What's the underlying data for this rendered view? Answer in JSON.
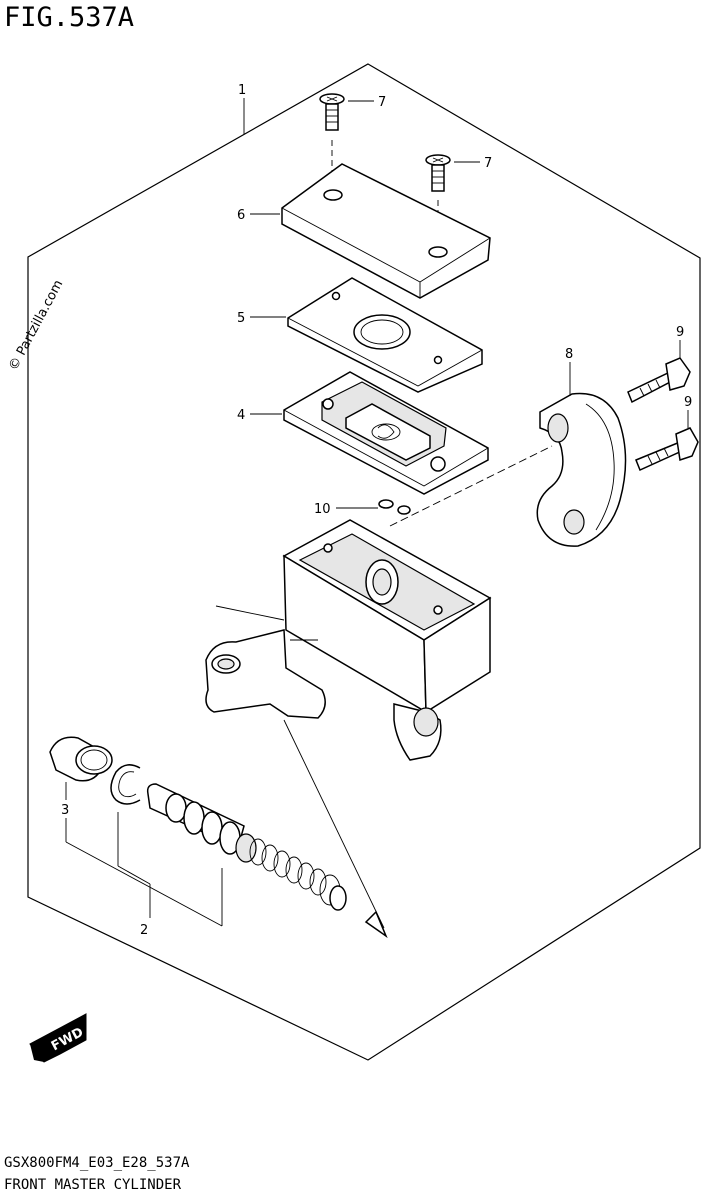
{
  "figure": {
    "title": "FIG.537A",
    "model_code": "GSX800FM4_E03_E28_537A",
    "name": "FRONT MASTER CYLINDER",
    "watermark": "© Partzilla.com"
  },
  "callouts": [
    {
      "number": "1",
      "part": "assembly-outline"
    },
    {
      "number": "7",
      "part": "screw-top-left"
    },
    {
      "number": "7",
      "part": "screw-top-right"
    },
    {
      "number": "6",
      "part": "reservoir-cap"
    },
    {
      "number": "5",
      "part": "diaphragm-plate"
    },
    {
      "number": "4",
      "part": "diaphragm"
    },
    {
      "number": "8",
      "part": "holder-clamp"
    },
    {
      "number": "9",
      "part": "bolt-upper"
    },
    {
      "number": "9",
      "part": "bolt-lower"
    },
    {
      "number": "10",
      "part": "small-ring"
    },
    {
      "number": "3",
      "part": "boot"
    },
    {
      "number": "2",
      "part": "piston-set"
    }
  ],
  "direction_badge": {
    "label": "FWD",
    "icon": "forward-arrow-icon"
  },
  "colors": {
    "line": "#000000",
    "background": "#ffffff",
    "shade": "#e6e6e6"
  }
}
